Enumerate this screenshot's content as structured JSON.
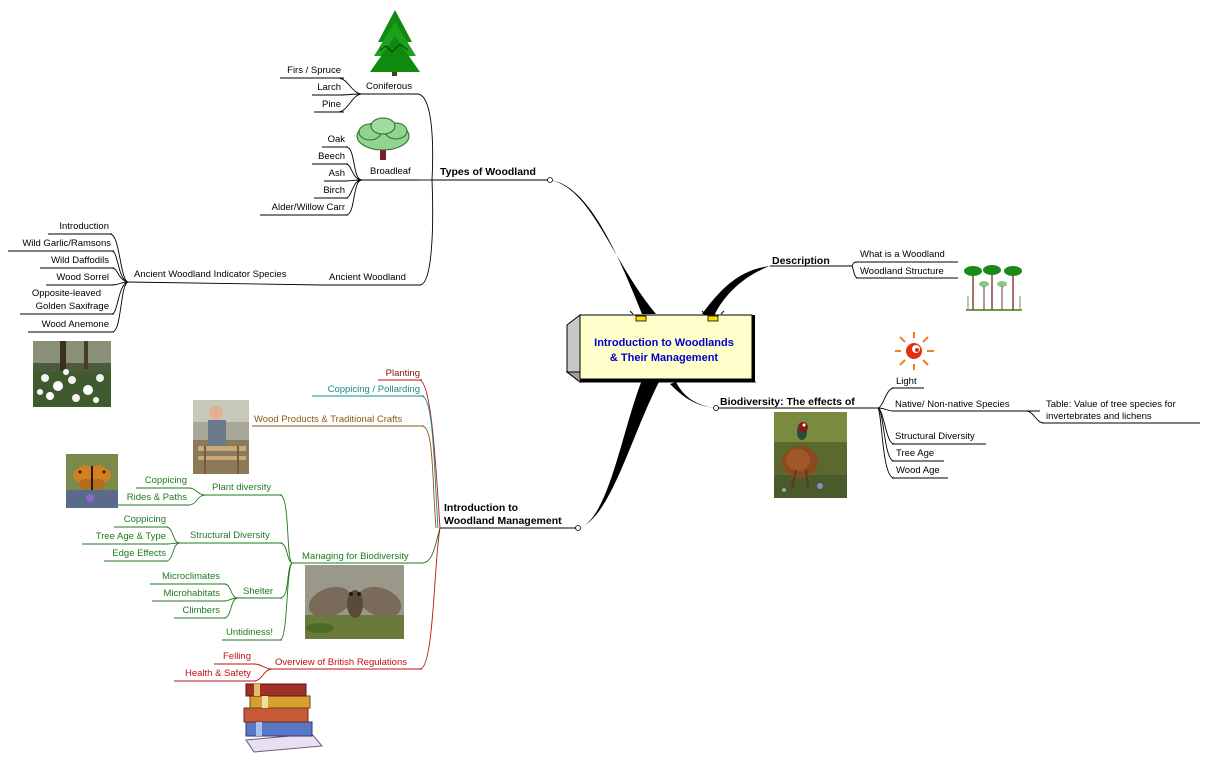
{
  "central": {
    "line1": "Introduction to Woodlands",
    "line2": "& Their Management"
  },
  "types": {
    "title": "Types of Woodland",
    "coniferous": {
      "label": "Coniferous",
      "items": [
        "Firs / Spruce",
        "Larch",
        "Pine"
      ]
    },
    "broadleaf": {
      "label": "Broadleaf",
      "items": [
        "Oak",
        "Beech",
        "Ash",
        "Birch",
        "Alder/Willow Carr"
      ]
    },
    "ancient": {
      "label": "Ancient Woodland",
      "indicator": "Ancient Woodland Indicator Species",
      "items": [
        "Introduction",
        "Wild Garlic/Ramsons",
        "Wild Daffodils",
        "Wood Sorrel",
        "Opposite-leaved",
        "Golden Saxifrage",
        "Wood Anemone"
      ]
    }
  },
  "description": {
    "title": "Description",
    "items": [
      "What is a Woodland",
      "Woodland Structure"
    ]
  },
  "biodiversity": {
    "title": "Biodiversity: The effects of",
    "items": [
      "Light",
      "Native/ Non-native Species",
      "Structural Diversity",
      "Tree Age",
      "Wood Age"
    ],
    "table_line1": "Table: Value of tree species for",
    "table_line2": "invertebrates and lichens"
  },
  "management": {
    "title_line1": "Introduction to",
    "title_line2": "Woodland Management",
    "planting": "Planting",
    "coppicing_pollarding": "Coppicing / Pollarding",
    "wood_products": "Wood Products & Traditional Crafts",
    "managing": "Managing for Biodiversity",
    "plant_diversity": {
      "label": "Plant diversity",
      "items": [
        "Coppicing",
        "Rides & Paths"
      ]
    },
    "structural_diversity": {
      "label": "Structural Diversity",
      "items": [
        "Coppicing",
        "Tree Age & Type",
        "Edge Effects"
      ]
    },
    "shelter": {
      "label": "Shelter",
      "items": [
        "Microclimates",
        "Microhabitats",
        "Climbers"
      ]
    },
    "untidiness": "Untidiness!",
    "regulations": {
      "label": "Overview of British Regulations",
      "items": [
        "Felling",
        "Health & Safety"
      ]
    }
  },
  "icons": [
    "conifer-tree-icon",
    "broadleaf-tree-icon",
    "woodland-structure-icon",
    "sun-icon",
    "anemone-photo",
    "craftsman-photo",
    "butterfly-photo",
    "moth-photo",
    "pheasant-photo",
    "books-icon"
  ],
  "colors": {
    "central_fill": "#ffffcc",
    "central_text": "#0000cc",
    "green": "#1e7a1e",
    "red": "#c01010",
    "teal": "#1a8a8a",
    "brown": "#8a5a10"
  }
}
